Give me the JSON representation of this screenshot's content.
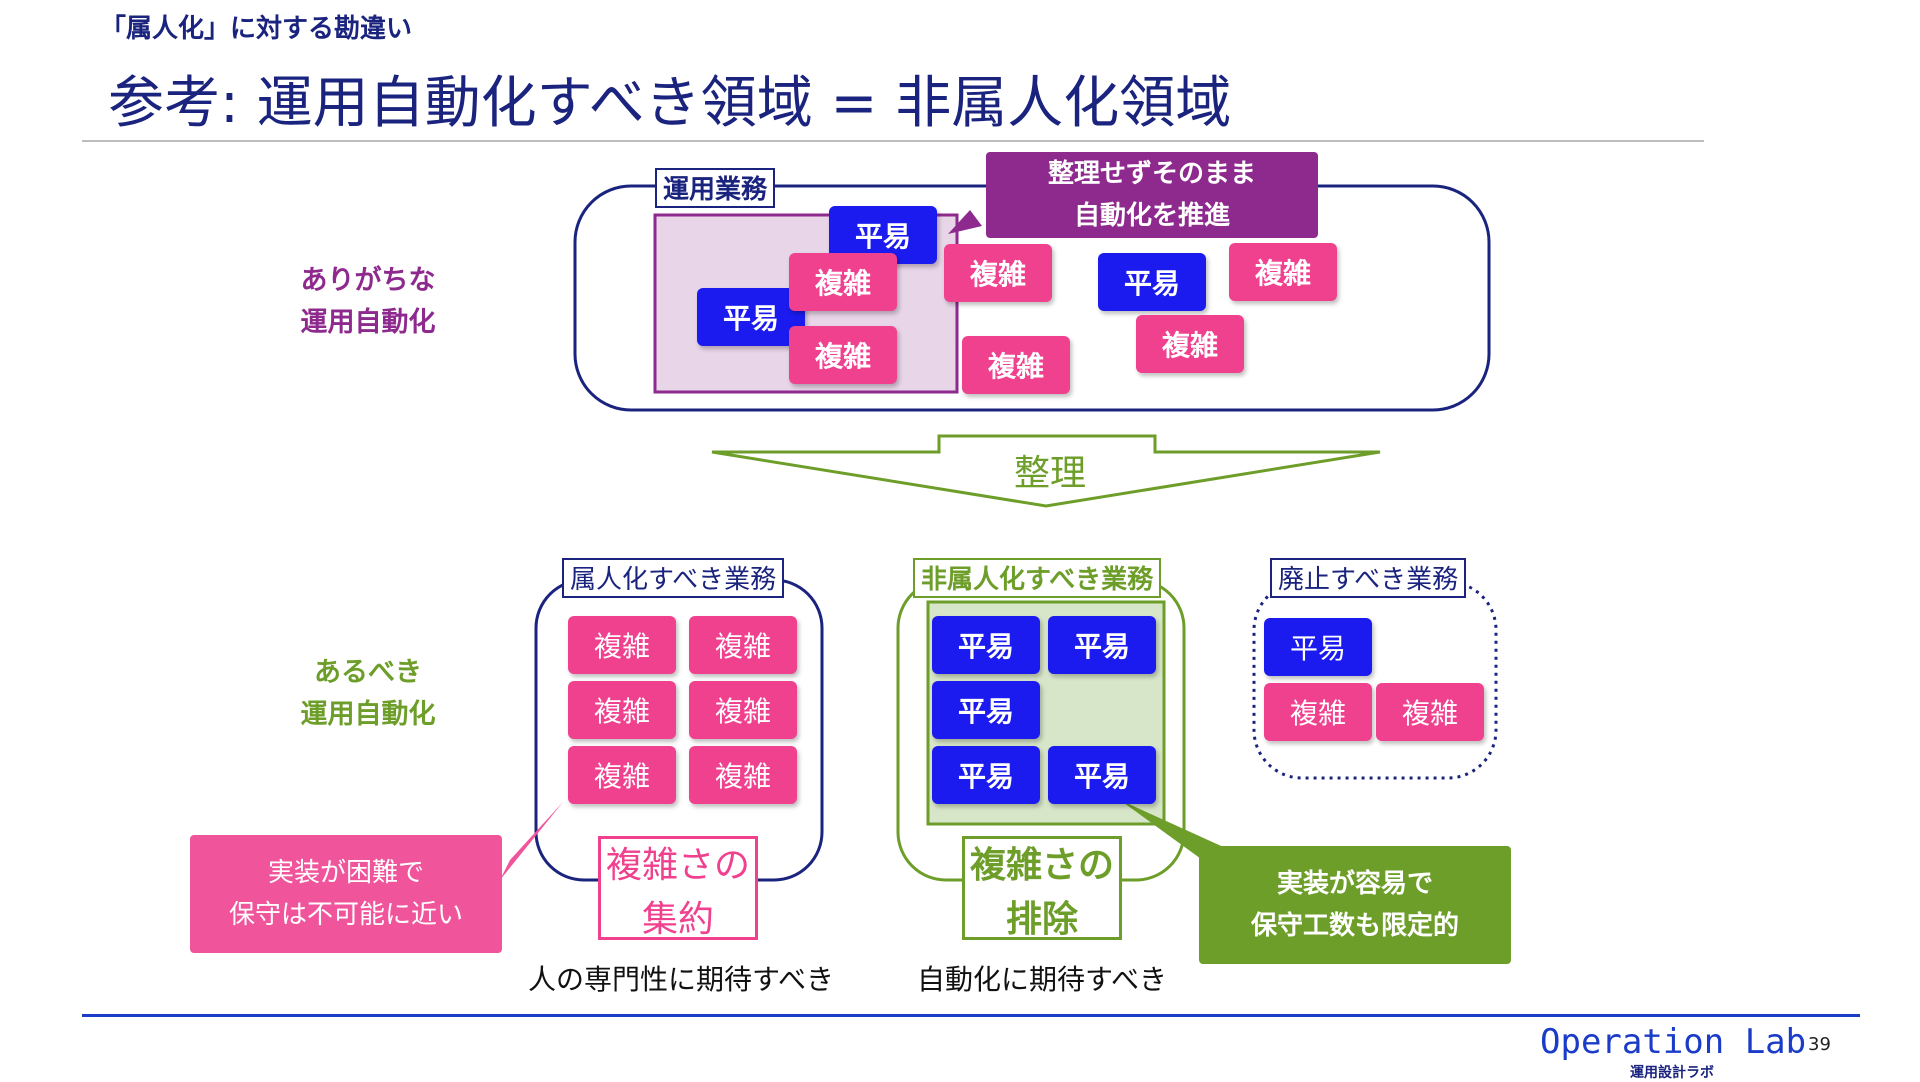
{
  "header": {
    "eyebrow": "「属人化」に対する勘違い",
    "title": "参考: 運用自動化すべき領域 = 非属人化領域"
  },
  "top_row": {
    "label_line1": "ありがちな",
    "label_line2": "運用自動化",
    "group_label": "運用業務",
    "callout_line1": "整理せずそのまま",
    "callout_line2": "自動化を推進",
    "easy_label": "平易",
    "hard_label": "複雑"
  },
  "arrow_label": "整理",
  "bottom_row": {
    "label_line1": "あるべき",
    "label_line2": "運用自動化",
    "group1": {
      "label": "属人化すべき業務",
      "chips": [
        "複雑",
        "複雑",
        "複雑",
        "複雑",
        "複雑",
        "複雑"
      ],
      "boxed_line1": "複雑さの",
      "boxed_line2": "集約",
      "caption": "人の専門性に期待すべき",
      "callout_line1": "実装が困難で",
      "callout_line2": "保守は不可能に近い"
    },
    "group2": {
      "label": "非属人化すべき業務",
      "chips": [
        "平易",
        "平易",
        "平易",
        "平易",
        "平易"
      ],
      "boxed_line1": "複雑さの",
      "boxed_line2": "排除",
      "caption": "自動化に期待すべき",
      "callout_line1": "実装が容易で",
      "callout_line2": "保守工数も限定的"
    },
    "group3": {
      "label": "廃止すべき業務",
      "chips": [
        "平易",
        "複雑",
        "複雑"
      ]
    }
  },
  "footer": {
    "logo": "Operation Lab",
    "logo_sub": "運用設計ラボ",
    "page_number": "39"
  },
  "colors": {
    "navy": "#1a237e",
    "easy": "#1b1bef",
    "hard": "#f0418f",
    "purple": "#8e2a8e",
    "green": "#6e9e2a"
  }
}
